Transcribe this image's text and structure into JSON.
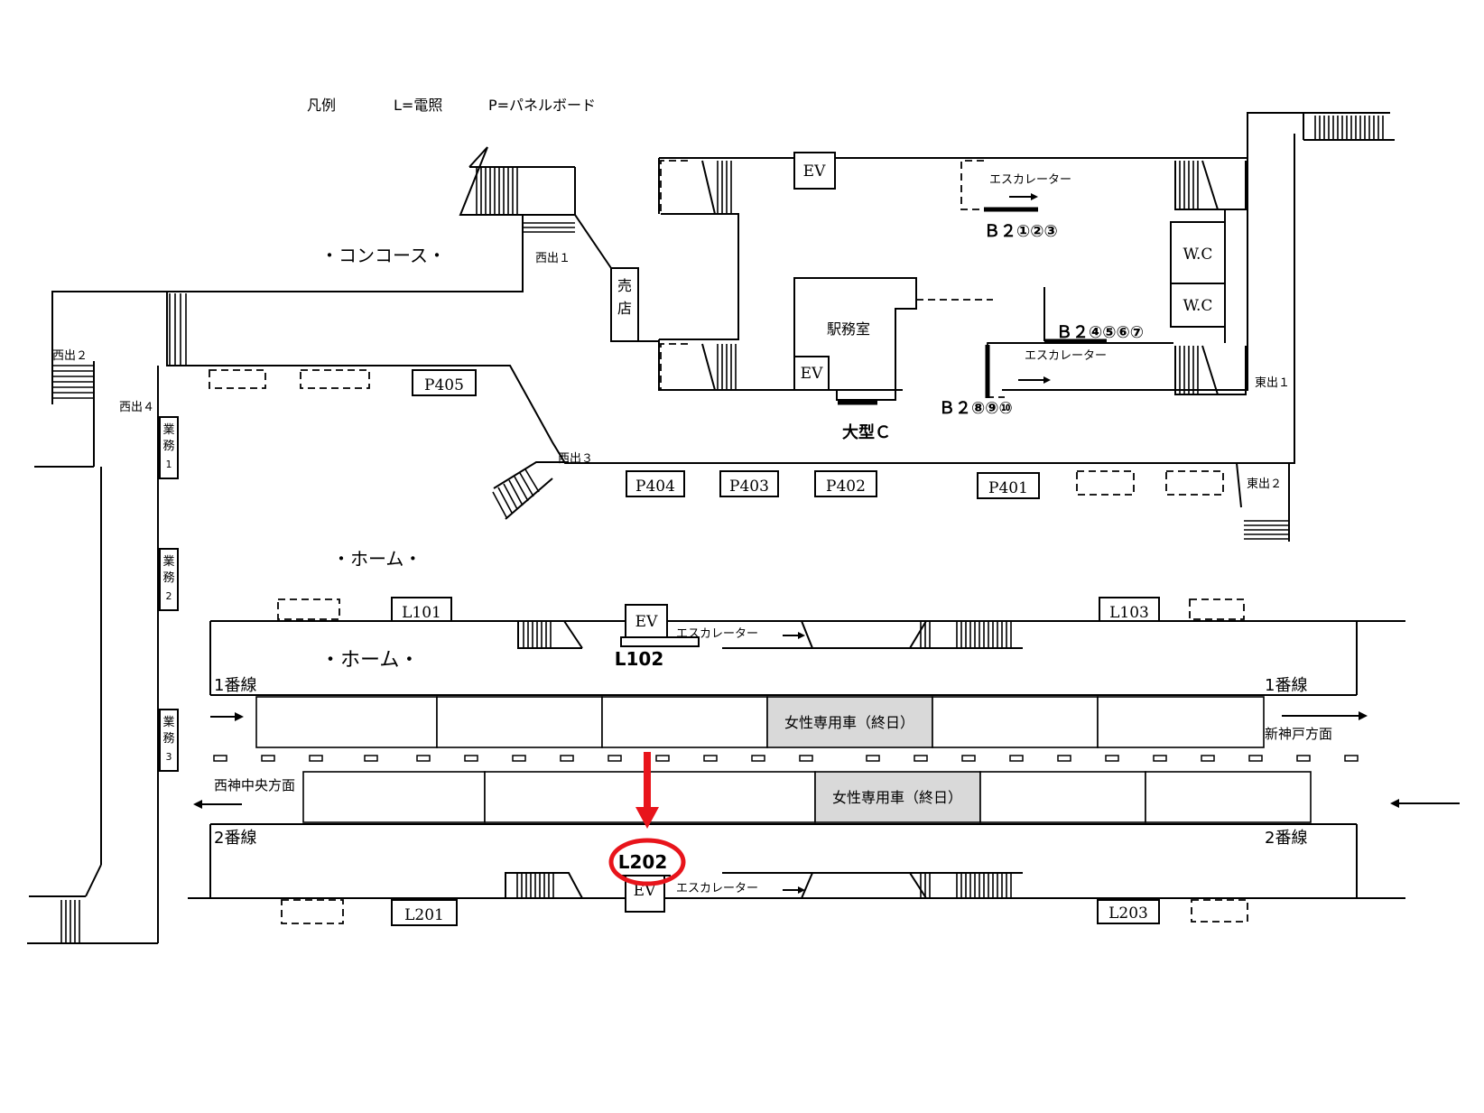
{
  "legend": {
    "title": "凡例",
    "electric": "L=電照",
    "panel": "P=パネルボード"
  },
  "areas": {
    "concourse": "・コンコース・",
    "home_upper": "・ホーム・",
    "home_lower": "・ホーム・"
  },
  "exits": {
    "west1": "西出１",
    "west2": "西出２",
    "west3": "西出３",
    "west4": "西出４",
    "east1": "東出１",
    "east2": "東出２"
  },
  "rooms": {
    "kiosk": "売店",
    "station_office": "駅務室",
    "wc1": "W.C",
    "wc2": "W.C",
    "gyomu1": "業務1",
    "gyomu2": "業務2",
    "gyomu3": "業務3",
    "ev_top": "EV",
    "ev_mid": "EV",
    "ev_l102": "EV",
    "ev_l202": "EV"
  },
  "escalator_label": "エスカレーター",
  "b2_labels": {
    "b2_123": "Ｂ２①②③",
    "b2_4567": "Ｂ２④⑤⑥⑦",
    "b2_8910": "Ｂ２⑧⑨⑩",
    "large_c": "大型Ｃ"
  },
  "panels": [
    "P405",
    "P404",
    "P403",
    "P402",
    "P401"
  ],
  "lights": {
    "L101": "L101",
    "L102": "L102",
    "L103": "L103",
    "L201": "L201",
    "L202": "L202",
    "L203": "L203"
  },
  "tracks": {
    "track1_left": "1番線",
    "track1_right": "1番線",
    "track2_left": "2番線",
    "track2_right": "2番線",
    "dir_shinkobe": "新神戸方面",
    "dir_seishin": "西神中央方面",
    "women_car_1": "女性専用車（終日）",
    "women_car_2": "女性専用車（終日）"
  },
  "colors": {
    "highlight": "#e8141b",
    "women_car": "#d9d9d9"
  }
}
